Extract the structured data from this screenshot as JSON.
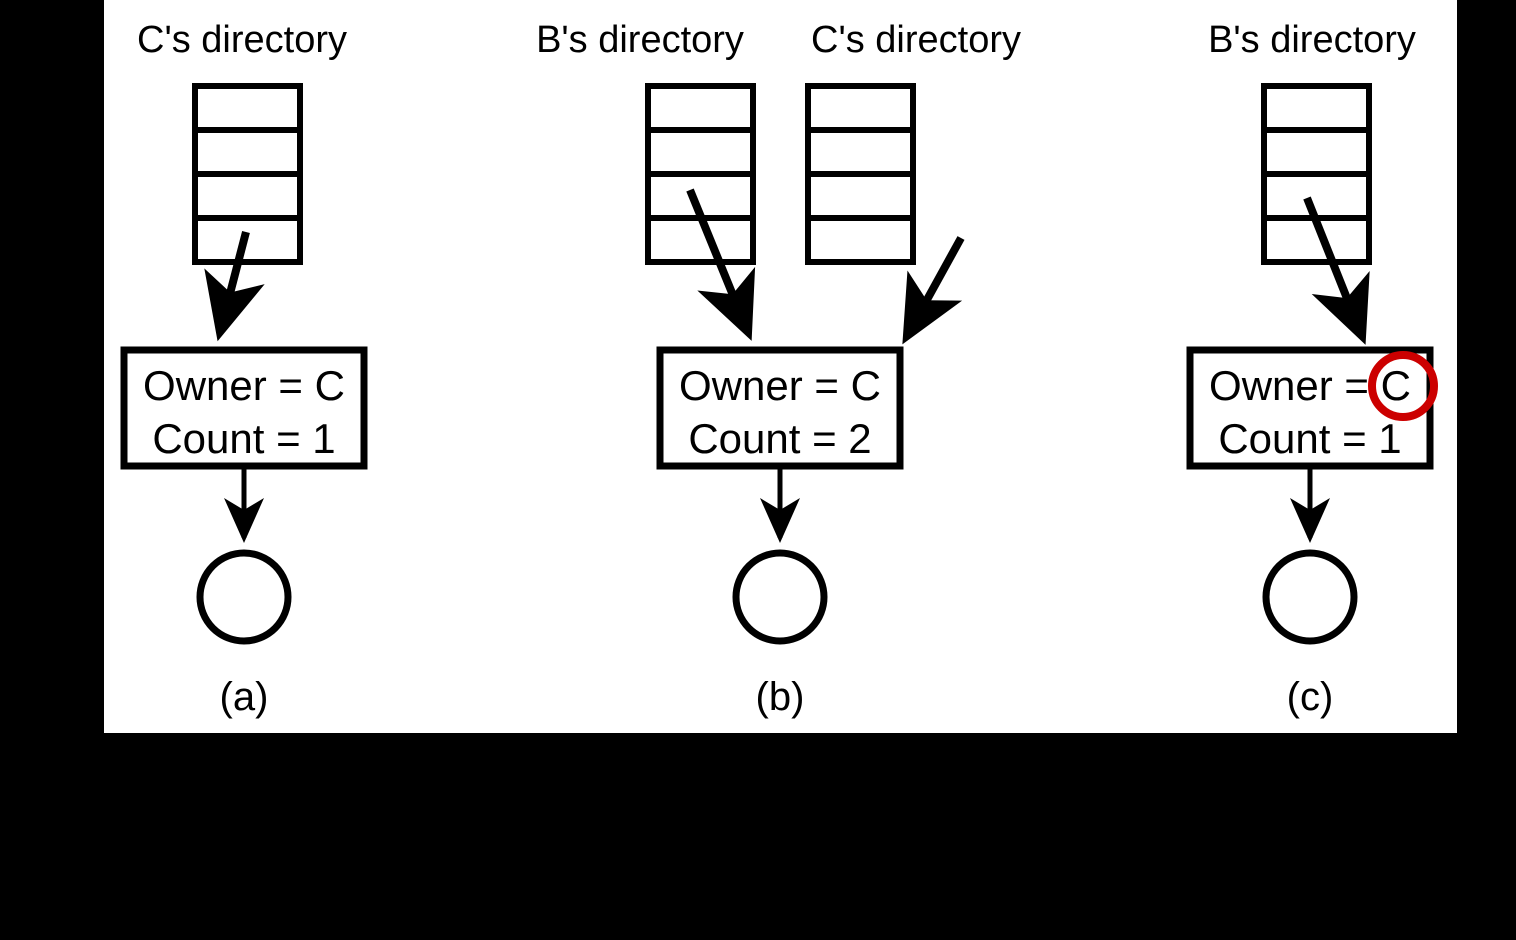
{
  "figure": {
    "background_color": "#000000",
    "canvas_color": "#ffffff",
    "line_color": "#000000",
    "highlight_color": "#CC0000",
    "panels": [
      {
        "id": "a",
        "label": "(a)",
        "directories": [
          {
            "name": "c-directory",
            "title": "C's directory",
            "slot_count": 4,
            "pointer_slot_index": 4
          }
        ],
        "owner_box": {
          "owner_line": "Owner = C",
          "count_line": "Count = 1",
          "owner_value": "C",
          "count_value": "1",
          "highlighted": false
        },
        "file_node": {
          "name": "file-node-circle",
          "shape": "circle"
        }
      },
      {
        "id": "b",
        "label": "(b)",
        "directories": [
          {
            "name": "b-directory",
            "title": "B's directory",
            "slot_count": 4,
            "pointer_slot_index": 3
          },
          {
            "name": "c-directory",
            "title": "C's directory",
            "slot_count": 4,
            "pointer_slot_index": 4
          }
        ],
        "owner_box": {
          "owner_line": "Owner = C",
          "count_line": "Count = 2",
          "owner_value": "C",
          "count_value": "2",
          "highlighted": false
        },
        "file_node": {
          "name": "file-node-circle",
          "shape": "circle"
        }
      },
      {
        "id": "c",
        "label": "(c)",
        "directories": [
          {
            "name": "b-directory",
            "title": "B's directory",
            "slot_count": 4,
            "pointer_slot_index": 3
          }
        ],
        "owner_box": {
          "owner_line": "Owner = C",
          "count_line": "Count = 1",
          "owner_value": "C",
          "count_value": "1",
          "highlighted": true,
          "highlight_target": "owner_value"
        },
        "file_node": {
          "name": "file-node-circle",
          "shape": "circle"
        }
      }
    ]
  }
}
